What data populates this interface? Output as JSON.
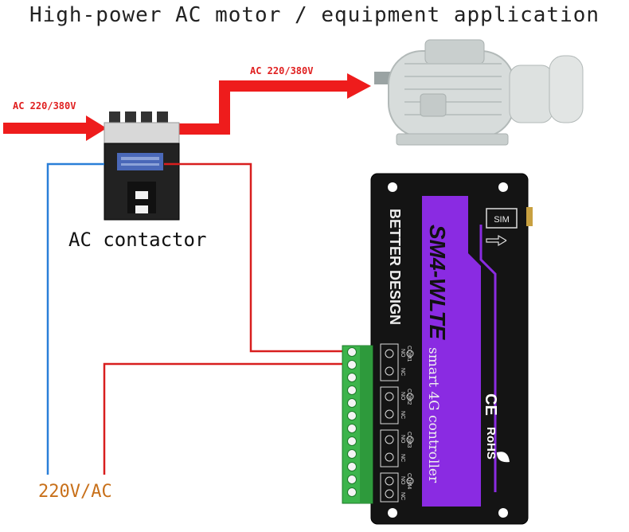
{
  "title": "High-power AC motor / equipment application",
  "labels": {
    "voltage_input": "AC 220/380V",
    "voltage_output": "AC 220/380V",
    "contactor": "AC contactor",
    "supply": "220V/AC"
  },
  "device": {
    "brand": "BETTER DESIGN",
    "model": "SM4-WLTE",
    "subtitle": "smart 4G controller",
    "sim": "SIM",
    "ce": "CE",
    "rohs": "RoHS",
    "relays": [
      {
        "com": "COM1",
        "no": "NO",
        "nc": "NC"
      },
      {
        "com": "COM2",
        "no": "NO",
        "nc": "NC"
      },
      {
        "com": "COM3",
        "no": "NO",
        "nc": "NC"
      },
      {
        "com": "COM4",
        "no": "NO",
        "nc": "NC"
      }
    ]
  },
  "colors": {
    "power_arrow": "#ee1c1c",
    "live_wire": "#d81e1e",
    "neutral_wire": "#2a7fd8",
    "device_body": "#141414",
    "device_accent": "#8a2be2",
    "terminal_block": "#3cb44b",
    "supply_text": "#c8701a"
  }
}
